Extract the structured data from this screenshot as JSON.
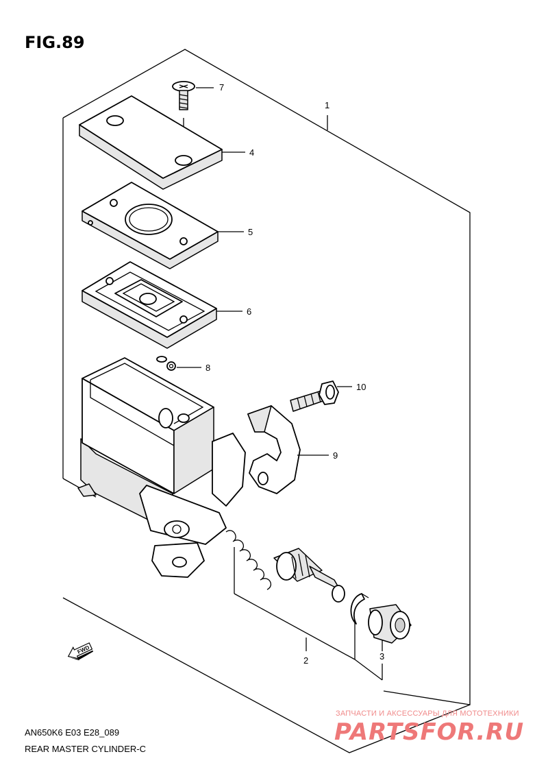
{
  "figure": {
    "title": "FIG.89"
  },
  "footer": {
    "code": "AN650K6 E03 E28_089",
    "name": "REAR MASTER CYLINDER-C"
  },
  "watermark": {
    "tagline": "ЗАПЧАСТИ И АКСЕССУАРЫ ДЛЯ МОТОТЕХНИКИ",
    "logo": "PARTSFOR.RU",
    "color": "#ee7878"
  },
  "direction_indicator": {
    "label": "FWD"
  },
  "parts": [
    {
      "ref": "1"
    },
    {
      "ref": "2"
    },
    {
      "ref": "3"
    },
    {
      "ref": "4"
    },
    {
      "ref": "5"
    },
    {
      "ref": "6"
    },
    {
      "ref": "7"
    },
    {
      "ref": "8"
    },
    {
      "ref": "9"
    },
    {
      "ref": "10"
    }
  ]
}
